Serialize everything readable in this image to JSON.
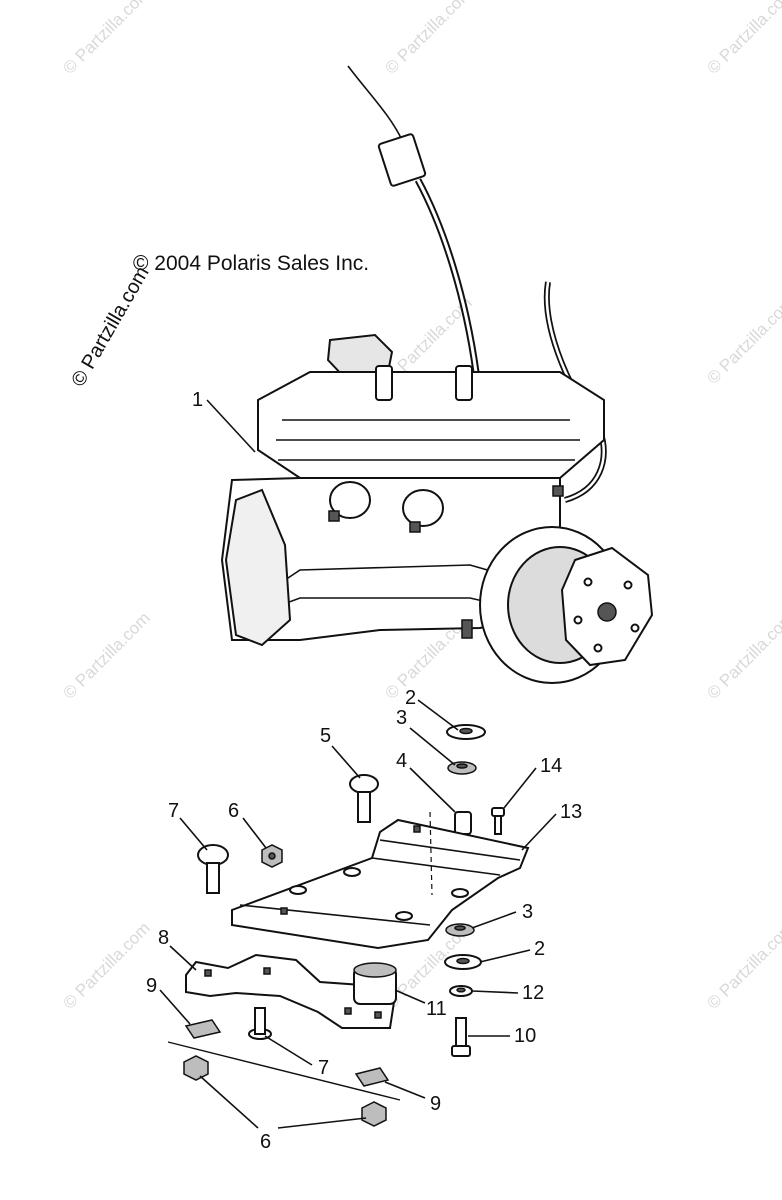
{
  "copyright": "© 2004 Polaris Sales Inc.",
  "watermarks": {
    "grid_text": "© Partzilla.com",
    "large_text": "© Partzilla.com"
  },
  "callouts": {
    "c1": "1",
    "c2a": "2",
    "c3a": "3",
    "c4": "4",
    "c5": "5",
    "c6a": "6",
    "c7a": "7",
    "c14": "14",
    "c13": "13",
    "c8": "8",
    "c3b": "3",
    "c2b": "2",
    "c11": "11",
    "c12": "12",
    "c9a": "9",
    "c7b": "7",
    "c10": "10",
    "c9b": "9",
    "c6b": "6"
  },
  "colors": {
    "ink": "#111111",
    "watermark": "#d9d9d9",
    "background": "#ffffff"
  }
}
